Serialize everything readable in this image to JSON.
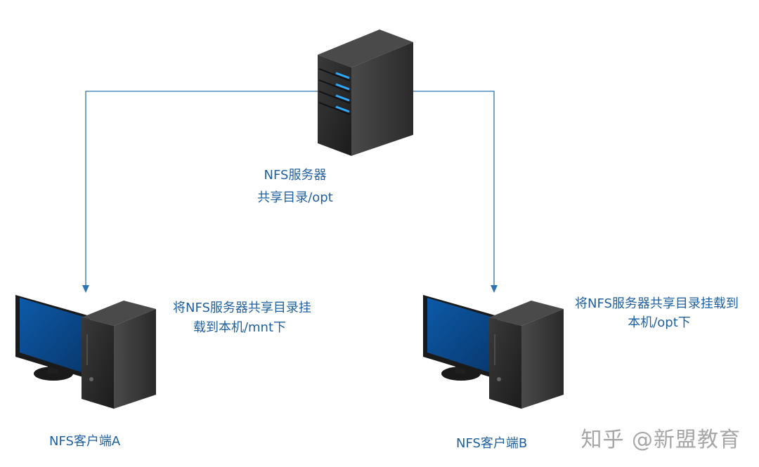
{
  "server": {
    "name": "NFS服务器",
    "share": "共享目录/opt"
  },
  "client_a": {
    "name": "NFS客户端A",
    "note_line1": "将NFS服务器共享目录挂",
    "note_line2": "载到本机/mnt下"
  },
  "client_b": {
    "name": "NFS客户端B",
    "note_line1": "将NFS服务器共享目录挂载到",
    "note_line2": "本机/opt下"
  },
  "watermark": "知乎 @新盟教育",
  "colors": {
    "connector": "#2e74b5",
    "label_text": "#1f5f9e",
    "device_body": "#2b2b2b",
    "led": "#2fa8ff",
    "monitor_screen": "#0b4f9a"
  }
}
